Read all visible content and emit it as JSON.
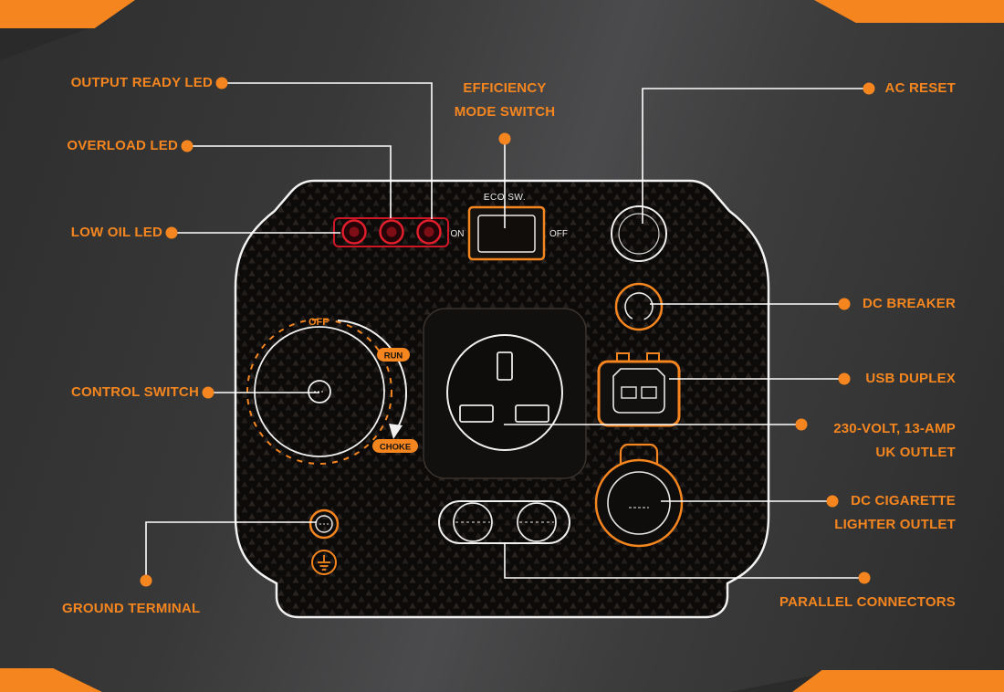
{
  "colors": {
    "accent": "#F5861F",
    "led_red": "#E01E2C",
    "leader_line": "#FFFFFF",
    "panel_fill": "#0D0B0A",
    "background": "#3B3B3B"
  },
  "callouts": {
    "output_ready_led": {
      "label": "OUTPUT READY LED"
    },
    "overload_led": {
      "label": "OVERLOAD LED"
    },
    "low_oil_led": {
      "label": "LOW OIL LED"
    },
    "control_switch": {
      "label": "CONTROL SWITCH"
    },
    "ground_terminal": {
      "label": "GROUND TERMINAL"
    },
    "efficiency_mode_switch": {
      "line1": "EFFICIENCY",
      "line2": "MODE SWITCH"
    },
    "ac_reset": {
      "label": "AC RESET"
    },
    "dc_breaker": {
      "label": "DC BREAKER"
    },
    "usb_duplex": {
      "label": "USB DUPLEX"
    },
    "uk_outlet": {
      "line1": "230-VOLT, 13-AMP",
      "line2": "UK OUTLET"
    },
    "dc_lighter": {
      "line1": "DC CIGARETTE",
      "line2": "LIGHTER OUTLET"
    },
    "parallel_connectors": {
      "label": "PARALLEL CONNECTORS"
    }
  },
  "panel_text": {
    "eco_sw": "ECO SW.",
    "eco_on": "ON",
    "eco_off": "OFF",
    "knob_off": "OFF",
    "knob_run": "RUN",
    "knob_choke": "CHOKE"
  }
}
